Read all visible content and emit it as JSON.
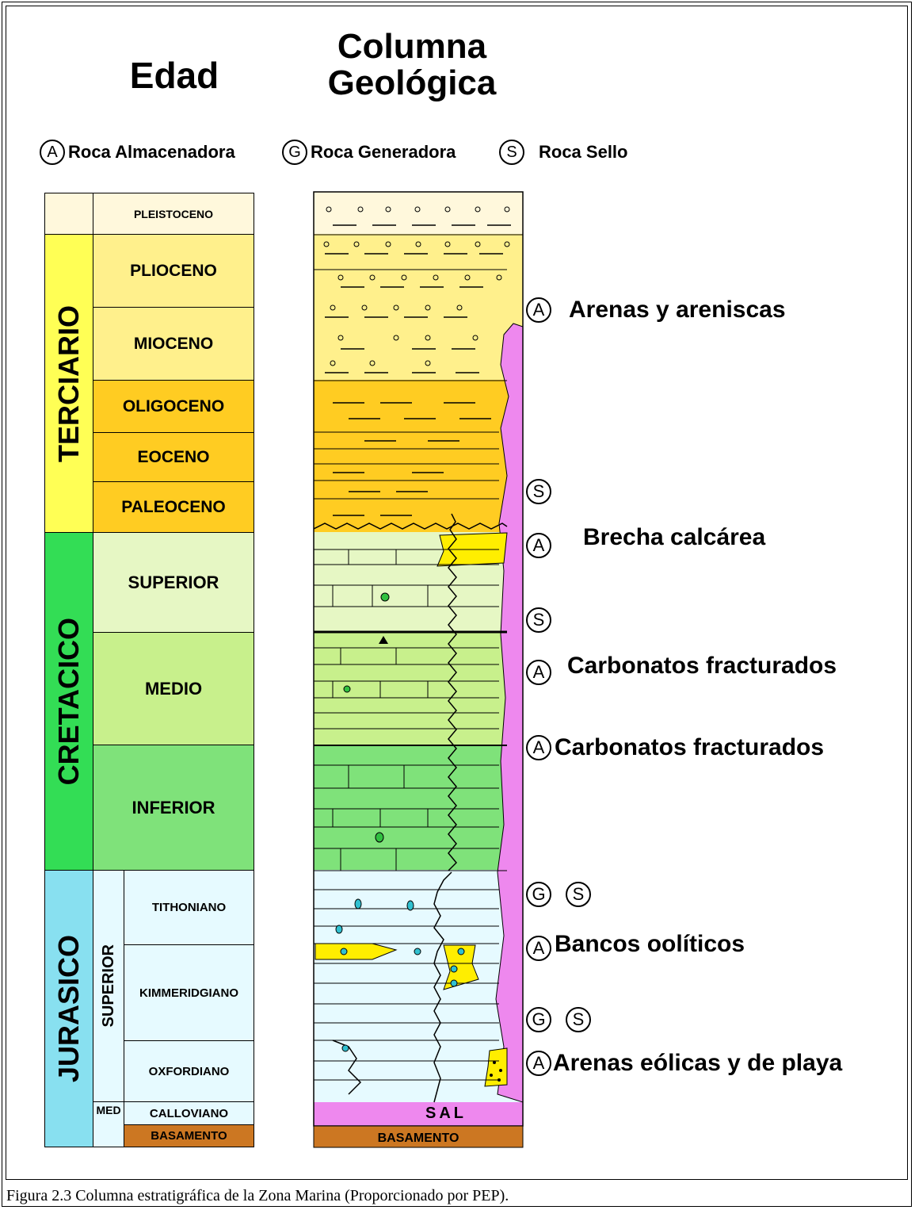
{
  "header": {
    "edad": "Edad",
    "columna_line1": "Columna",
    "columna_line2": "Geológica"
  },
  "legend": [
    {
      "symbol": "A",
      "label": "Roca Almacenadora"
    },
    {
      "symbol": "G",
      "label": "Roca Generadora"
    },
    {
      "symbol": "S",
      "label": "Roca Sello"
    }
  ],
  "colors": {
    "pleistoceno": "#fff8dc",
    "plio_mio": "#fff08c",
    "paleogene": "#ffcc22",
    "terciario": "#ffff55",
    "cret_sup": "#e6f7c4",
    "cret_med": "#c8f08c",
    "cret_inf": "#7fe27a",
    "cretacico": "#33dd55",
    "jurasico": "#88e0f0",
    "jur_stage": "#e6faff",
    "basamento": "#cc7722",
    "sal": "#ee88ee",
    "yellow_lens": "#ffee00"
  },
  "eras": [
    {
      "label": "TERCIARIO"
    },
    {
      "label": "CRETACICO"
    },
    {
      "label": "JURASICO"
    }
  ],
  "subdivision": {
    "superior": "SUPERIOR",
    "med": "MED"
  },
  "stages": {
    "pleistoceno": "PLEISTOCENO",
    "plioceno": "PLIOCENO",
    "mioceno": "MIOCENO",
    "oligoceno": "OLIGOCENO",
    "eoceno": "EOCENO",
    "paleoceno": "PALEOCENO",
    "superior": "SUPERIOR",
    "medio": "MEDIO",
    "inferior": "INFERIOR",
    "tithoniano": "TITHONIANO",
    "kimmeridgiano": "KIMMERIDGIANO",
    "oxfordiano": "OXFORDIANO",
    "calloviano": "CALLOVIANO",
    "basamento": "BASAMENTO"
  },
  "column": {
    "sal": "SAL",
    "basamento": "BASAMENTO"
  },
  "annotations": [
    {
      "symbols": [
        "A"
      ],
      "text": "Arenas y areniscas"
    },
    {
      "symbols": [
        "S"
      ],
      "text": ""
    },
    {
      "symbols": [
        "A"
      ],
      "text": "Brecha calcárea"
    },
    {
      "symbols": [
        "S"
      ],
      "text": ""
    },
    {
      "symbols": [
        "A"
      ],
      "text": "Carbonatos fracturados"
    },
    {
      "symbols": [
        "A"
      ],
      "text": "Carbonatos fracturados"
    },
    {
      "symbols": [
        "G",
        "S"
      ],
      "text": ""
    },
    {
      "symbols": [
        "A"
      ],
      "text": "Bancos oolíticos"
    },
    {
      "symbols": [
        "G",
        "S"
      ],
      "text": ""
    },
    {
      "symbols": [
        "A"
      ],
      "text": "Arenas eólicas y de playa"
    }
  ],
  "caption": "Figura 2.3  Columna estratigráfica de la Zona Marina (Proporcionado por PEP)."
}
